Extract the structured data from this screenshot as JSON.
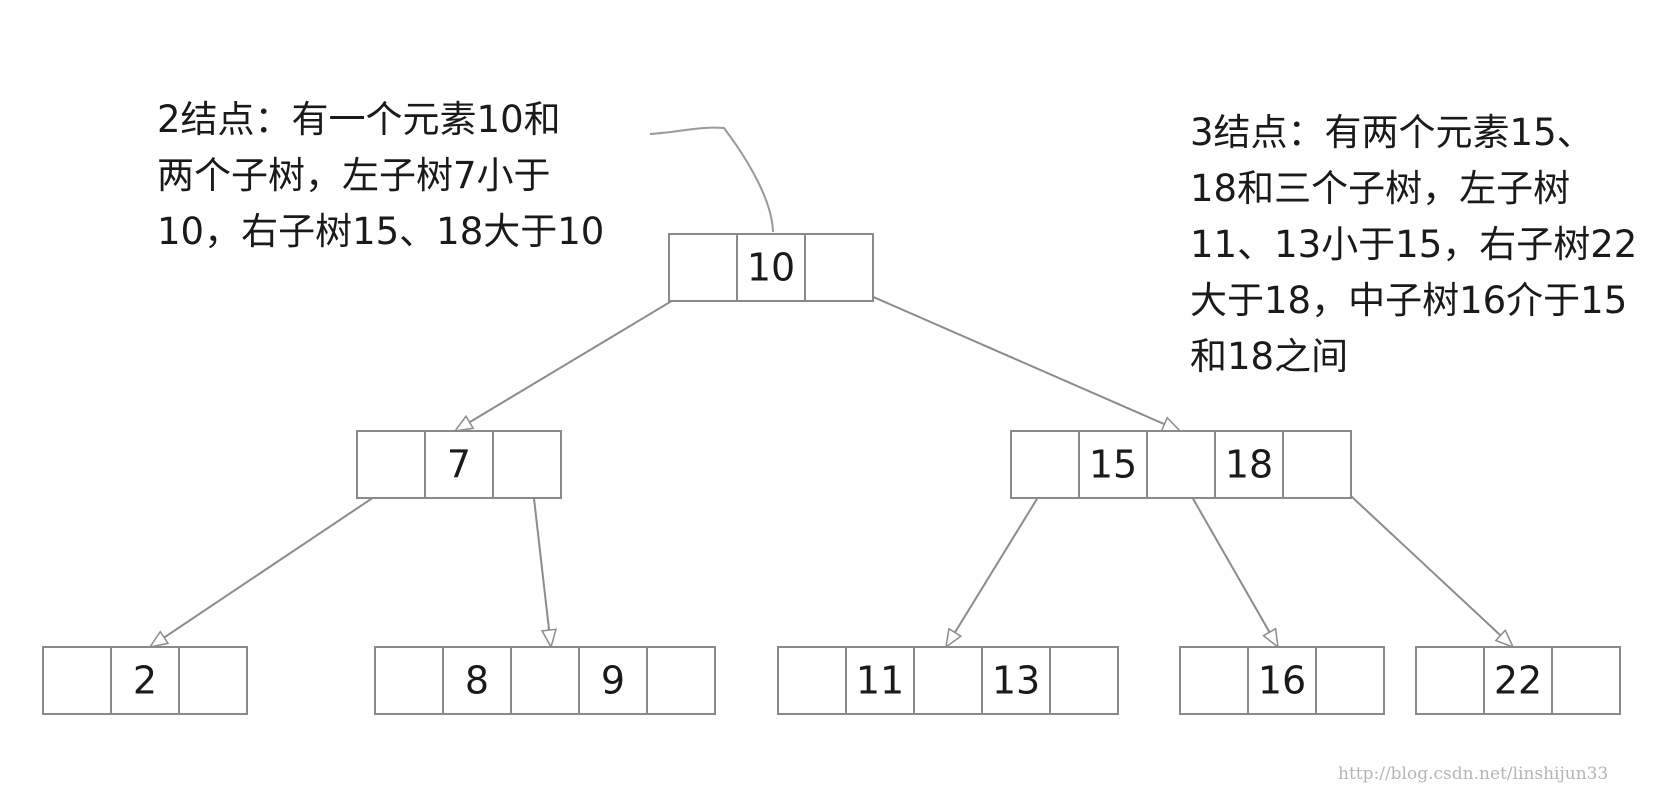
{
  "annotations": {
    "two_node": [
      "2结点：有一个元素10和",
      "两个子树，左子树7小于",
      "10，右子树15、18大于10"
    ],
    "three_node": [
      "3结点：有两个元素15、",
      "18和三个子树，左子树",
      "11、13小于15，右子树22",
      "大于18，中子树16介于15",
      "和18之间"
    ]
  },
  "tree": {
    "nodes": [
      {
        "id": "root",
        "keys": [
          "10"
        ]
      },
      {
        "id": "n7",
        "keys": [
          "7"
        ]
      },
      {
        "id": "n15-18",
        "keys": [
          "15",
          "18"
        ]
      },
      {
        "id": "n2",
        "keys": [
          "2"
        ]
      },
      {
        "id": "n8-9",
        "keys": [
          "8",
          "9"
        ]
      },
      {
        "id": "n11-13",
        "keys": [
          "11",
          "13"
        ]
      },
      {
        "id": "n16",
        "keys": [
          "16"
        ]
      },
      {
        "id": "n22",
        "keys": [
          "22"
        ]
      }
    ],
    "edges": [
      {
        "from": "root",
        "to": "n7"
      },
      {
        "from": "root",
        "to": "n15-18"
      },
      {
        "from": "n7",
        "to": "n2"
      },
      {
        "from": "n7",
        "to": "n8-9"
      },
      {
        "from": "n15-18",
        "to": "n11-13"
      },
      {
        "from": "n15-18",
        "to": "n16"
      },
      {
        "from": "n15-18",
        "to": "n22"
      }
    ]
  },
  "watermark": "http://blog.csdn.net/linshijun33",
  "colors": {
    "line": "#8c8c8c",
    "text": "#1a1a1a",
    "watermark": "#b5b5b5"
  }
}
